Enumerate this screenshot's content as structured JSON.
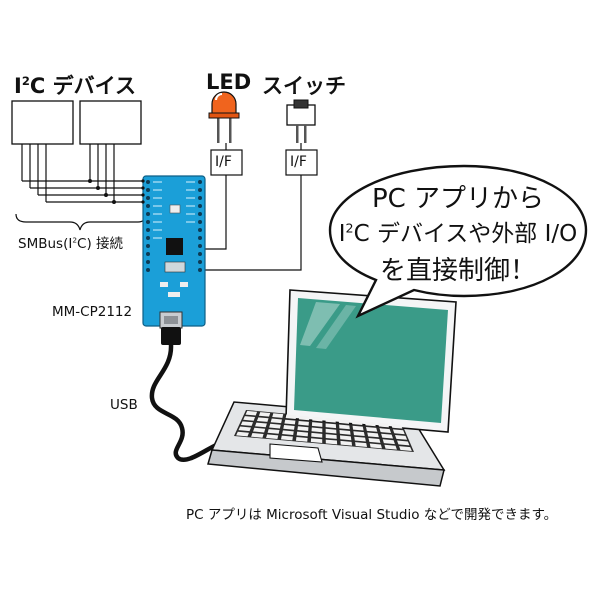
{
  "labels": {
    "i2c_devices_pre": "I",
    "i2c_devices_sup": "2",
    "i2c_devices_post": "C デバイス",
    "led": "LED",
    "switch": "スイッチ",
    "if_led": "I/F",
    "if_switch": "I/F",
    "smbus_pre": "SMBus(I",
    "smbus_sup": "2",
    "smbus_post": "C) 接続",
    "board_name": "MM-CP2112",
    "usb": "USB",
    "footer": "PC アプリは Microsoft Visual Studio などで開発できます。"
  },
  "bubble": {
    "line1": "PC アプリから",
    "line2_pre": "I",
    "line2_sup": "2",
    "line2_post": "C デバイスや外部 I/O",
    "line3": "を直接制御！"
  },
  "colors": {
    "board": "#1b9fd8",
    "screen": "#3a9b88",
    "led": "#f0641e",
    "line": "#111111"
  }
}
